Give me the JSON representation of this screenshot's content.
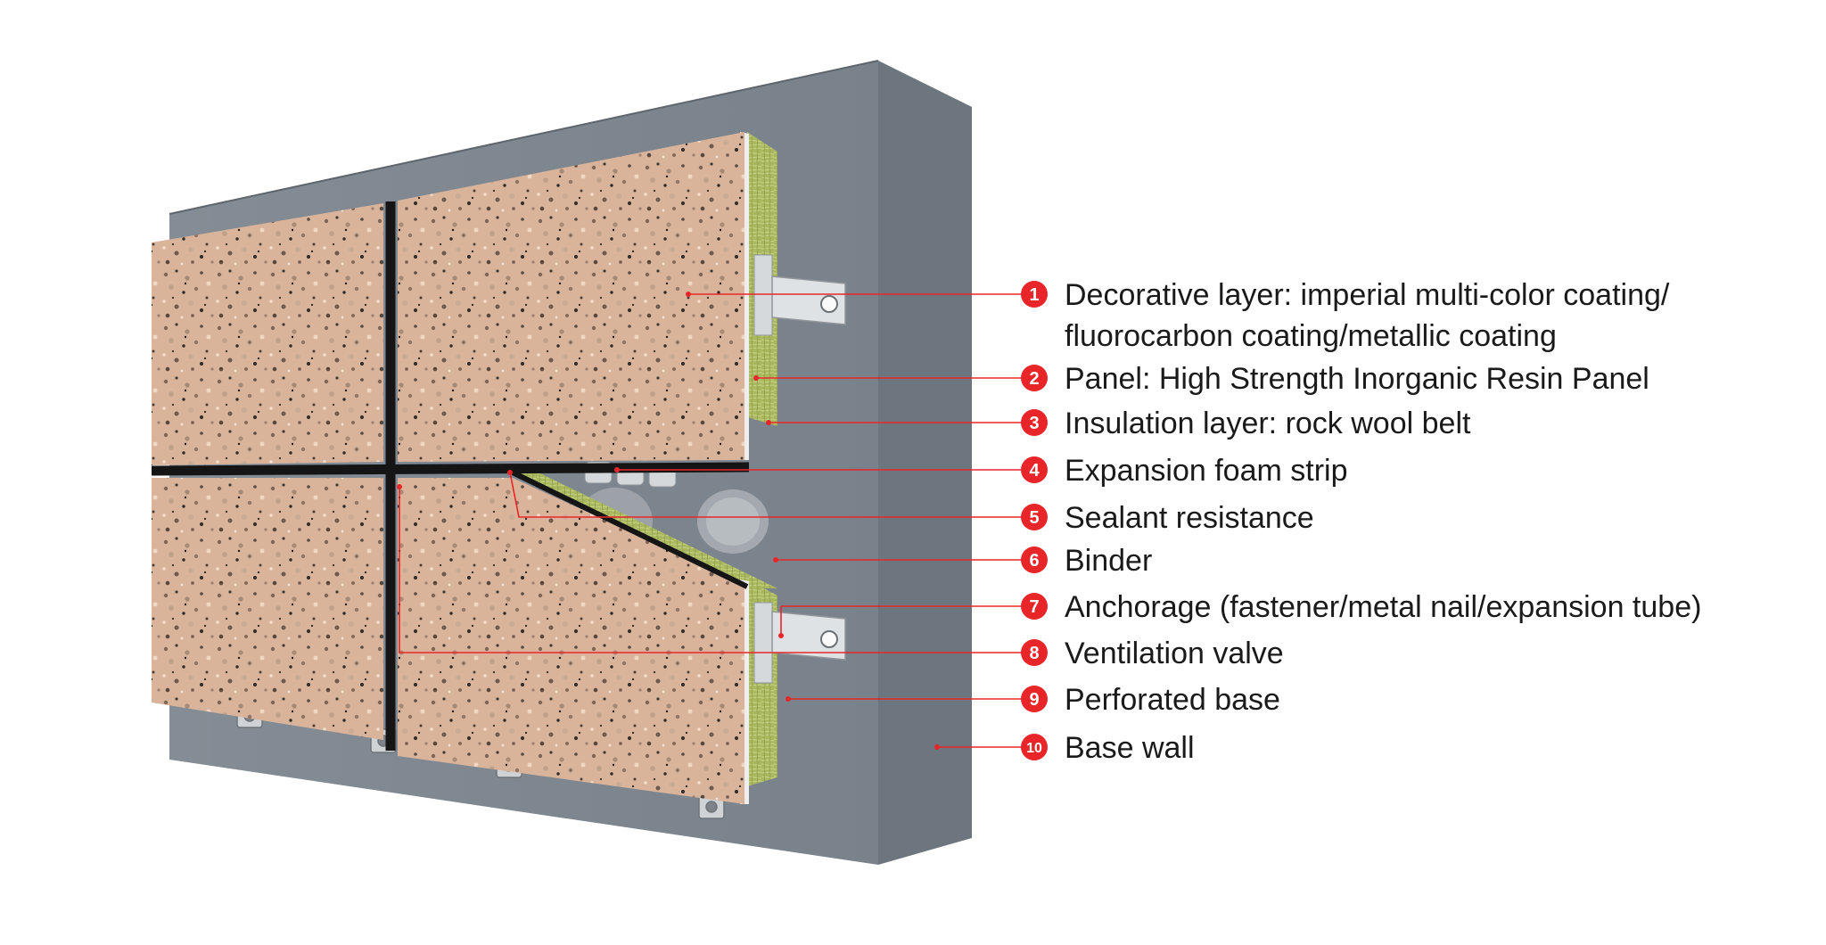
{
  "accent_color": "#e8262a",
  "callouts": [
    {
      "number": "1",
      "lines": [
        "Decorative layer: imperial multi-color coating/",
        "fluorocarbon coating/metallic coating"
      ]
    },
    {
      "number": "2",
      "lines": [
        "Panel: High Strength Inorganic Resin Panel"
      ]
    },
    {
      "number": "3",
      "lines": [
        "Insulation layer: rock wool belt"
      ]
    },
    {
      "number": "4",
      "lines": [
        "Expansion foam strip"
      ]
    },
    {
      "number": "5",
      "lines": [
        "Sealant resistance"
      ]
    },
    {
      "number": "6",
      "lines": [
        "Binder"
      ]
    },
    {
      "number": "7",
      "lines": [
        "Anchorage (fastener/metal nail/expansion tube)"
      ]
    },
    {
      "number": "8",
      "lines": [
        "Ventilation valve"
      ]
    },
    {
      "number": "9",
      "lines": [
        "Perforated base"
      ]
    },
    {
      "number": "10",
      "lines": [
        "Base wall"
      ]
    }
  ]
}
